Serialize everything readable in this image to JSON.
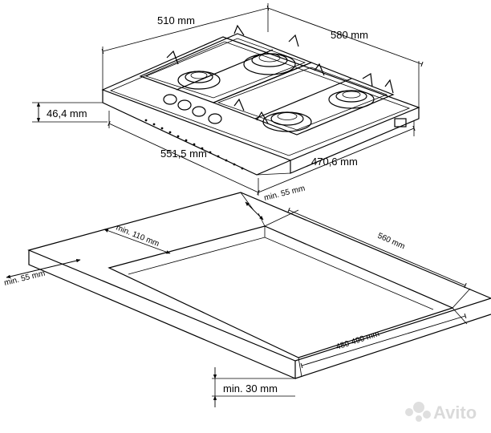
{
  "diagram": {
    "hob_dimensions": {
      "width": "510 mm",
      "depth": "580 mm",
      "height": "46,4 mm",
      "cutout_width": "551,5 mm",
      "cutout_depth": "470,6 mm"
    },
    "installation_dimensions": {
      "rear_clearance": "min. 55 mm",
      "side_clearance": "min. 110 mm",
      "front_clearance": "min. 55 mm",
      "cutout_length": "560 mm",
      "cutout_width_range": "480-490 mm",
      "worktop_thickness": "min. 30 mm"
    },
    "watermark": "Avito"
  }
}
